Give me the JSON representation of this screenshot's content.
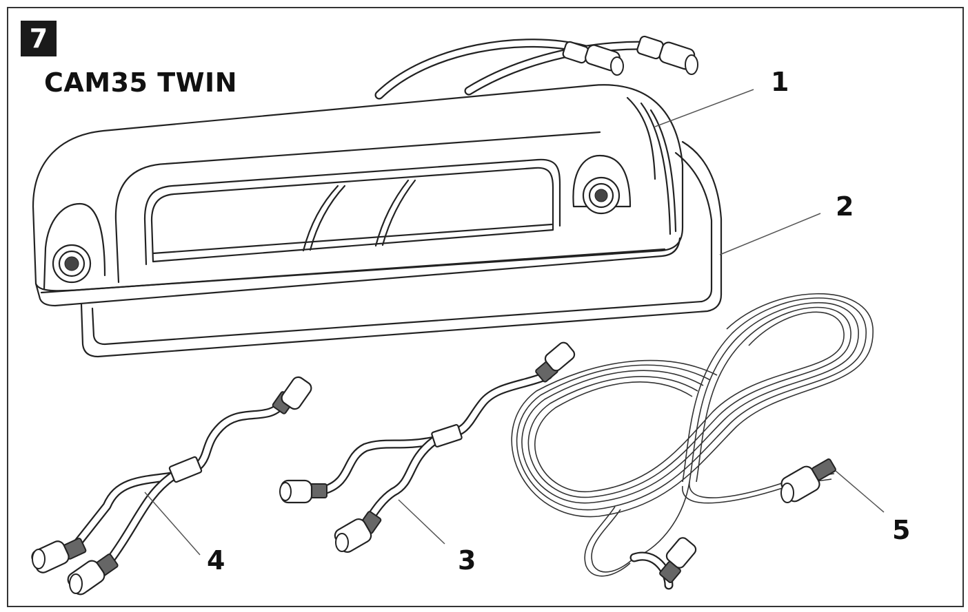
{
  "figure": {
    "step_number": "7",
    "title": "CAM35 TWIN",
    "callouts": [
      {
        "id": "1",
        "label": "1"
      },
      {
        "id": "2",
        "label": "2"
      },
      {
        "id": "3",
        "label": "3"
      },
      {
        "id": "4",
        "label": "4"
      },
      {
        "id": "5",
        "label": "5"
      }
    ]
  }
}
